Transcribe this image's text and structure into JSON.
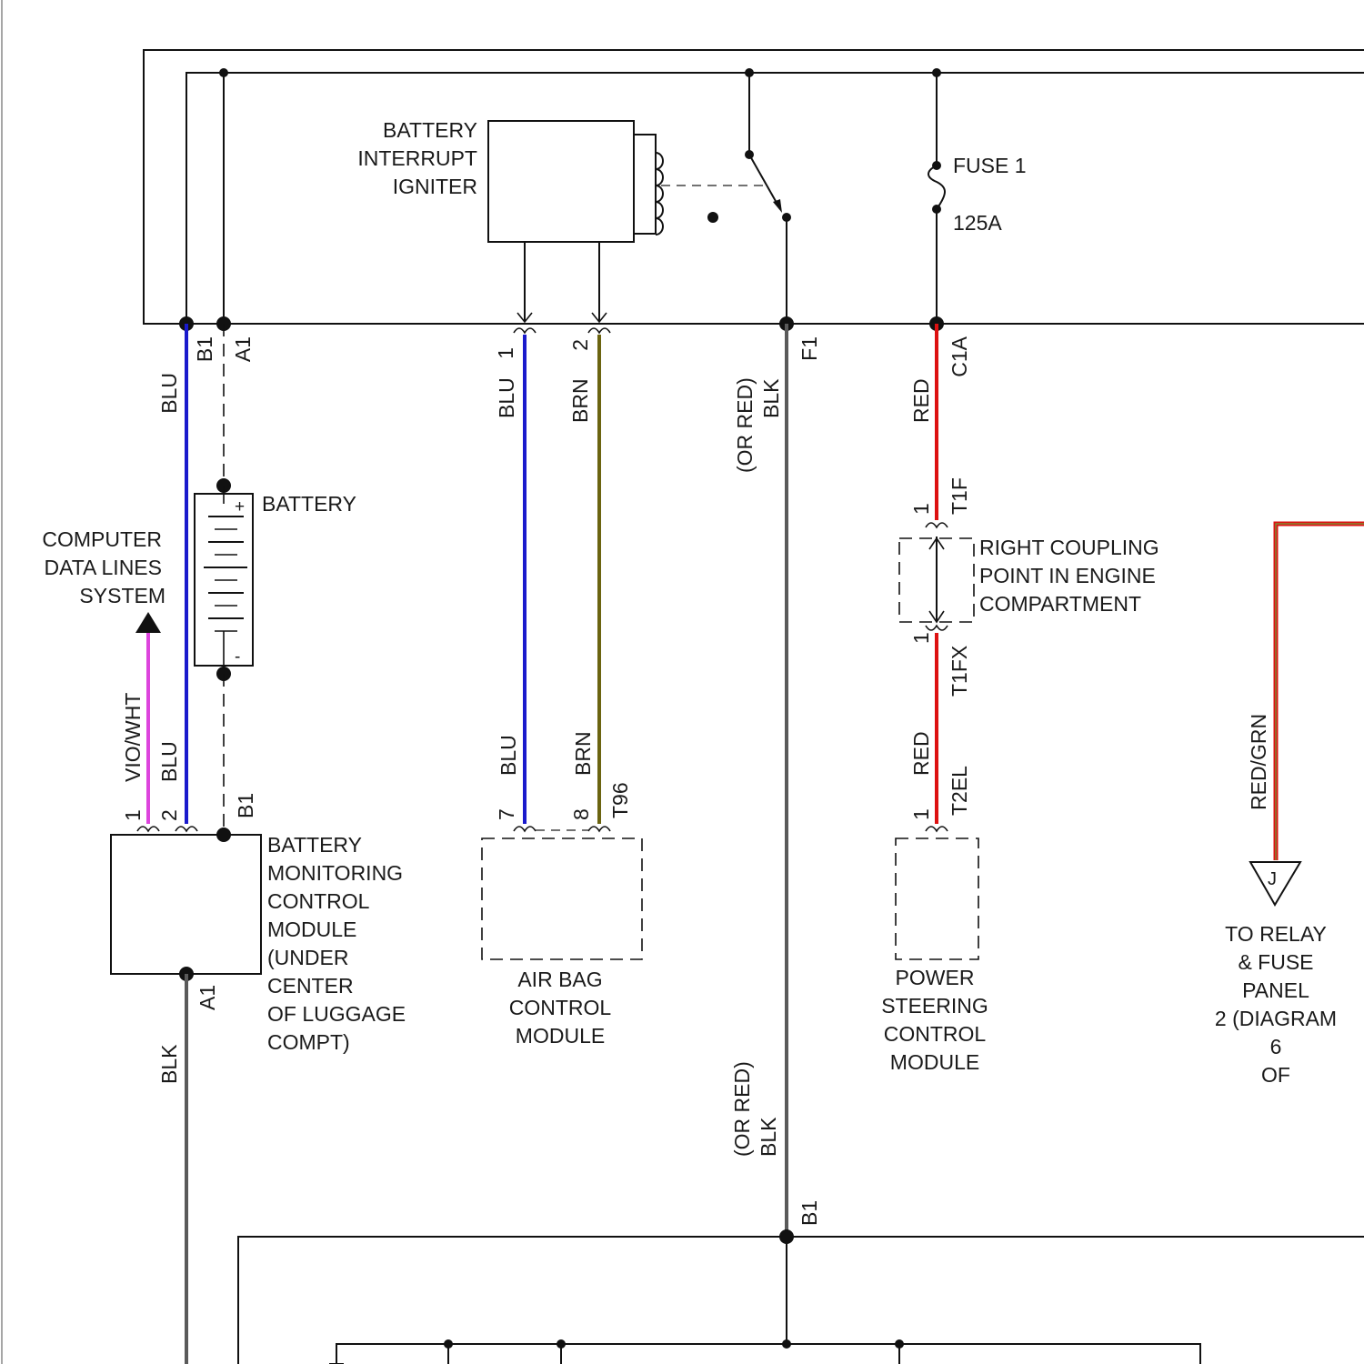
{
  "components": {
    "battery_interrupt_igniter": [
      "BATTERY",
      "INTERRUPT",
      "IGNITER"
    ],
    "fuse": {
      "name": "FUSE 1",
      "rating": "125A"
    },
    "battery": "BATTERY",
    "computer_data_lines": [
      "COMPUTER",
      "DATA LINES",
      "SYSTEM"
    ],
    "right_coupling_point": [
      "RIGHT COUPLING",
      "POINT IN ENGINE",
      "COMPARTMENT"
    ],
    "battery_monitoring_module": [
      "BATTERY",
      "MONITORING",
      "CONTROL",
      "MODULE",
      "(UNDER",
      "CENTER",
      "OF LUGGAGE",
      "COMPT)"
    ],
    "air_bag_module": [
      "AIR BAG",
      "CONTROL",
      "MODULE"
    ],
    "power_steering_module": [
      "POWER",
      "STEERING",
      "CONTROL",
      "MODULE"
    ],
    "relay_panel_ref": [
      "TO RELAY",
      "& FUSE",
      "PANEL",
      "2 (DIAGRAM",
      "6",
      "OF"
    ],
    "connector_j": "J"
  },
  "wire_colors": {
    "BLU": "#1a1acc",
    "BRN": "#6b6410",
    "BLK": "#5a5a5a",
    "RED": "#dd1111",
    "VIO/WHT": "#dd44dd",
    "RED/GRN": "#dd1111"
  },
  "wire_labels": {
    "blu_main": "BLU",
    "blu_lower": "BLU",
    "vio_wht": "VIO/WHT",
    "blu_airbag_top": "BLU",
    "brn_airbag_top": "BRN",
    "blu_airbag_bottom": "BLU",
    "brn_airbag_bottom": "BRN",
    "blk_upper": "BLK",
    "or_red_upper": "(OR RED)",
    "blk_lower": "BLK",
    "or_red_lower": "(OR RED)",
    "red_upper": "RED",
    "red_lower": "RED",
    "blk_left": "BLK",
    "red_grn": "RED/GRN"
  },
  "connector_labels": {
    "b1_top": "B1",
    "a1_top": "A1",
    "pin1_airbag_top": "1",
    "pin2_airbag_top": "2",
    "f1": "F1",
    "c1a": "C1A",
    "t1f": "T1F",
    "t1f_pin": "1",
    "t1fx": "T1FX",
    "t1fx_pin": "1",
    "t2el": "T2EL",
    "t2el_pin": "1",
    "bmcm_pin1": "1",
    "bmcm_pin2": "2",
    "bmcm_b1": "B1",
    "bmcm_a1": "A1",
    "airbag_pin7": "7",
    "airbag_pin8": "8",
    "t96": "T96",
    "b1_bottom": "B1"
  },
  "battery_terminals": {
    "positive": "+",
    "negative": "-"
  }
}
